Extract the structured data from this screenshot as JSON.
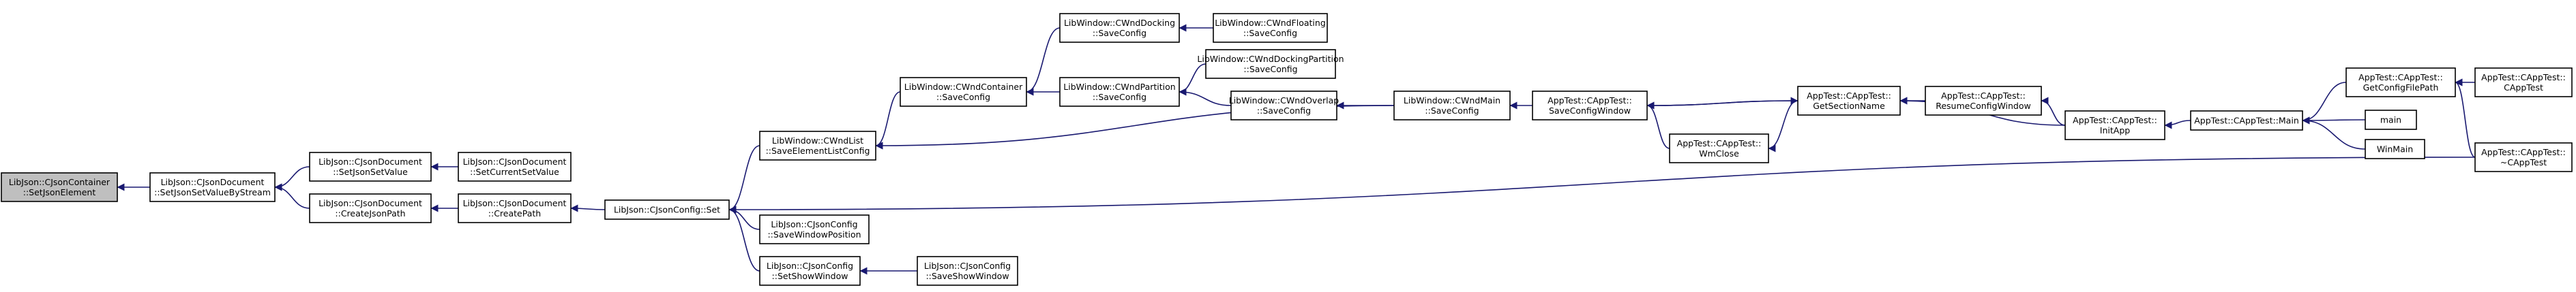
{
  "graph": {
    "root": "n1",
    "colors": {
      "edge": "#191970",
      "root_fill": "#bfbfbf",
      "node_fill": "#ffffff",
      "node_border": "#000000"
    },
    "nodes": [
      {
        "id": "n1",
        "lines": [
          "LibJson::CJsonContainer",
          "::SetJsonElement"
        ]
      },
      {
        "id": "n2",
        "lines": [
          "LibJson::CJsonDocument",
          "::SetJsonSetValueByStream"
        ]
      },
      {
        "id": "n3",
        "lines": [
          "LibJson::CJsonDocument",
          "::SetJsonSetValue"
        ]
      },
      {
        "id": "n4",
        "lines": [
          "LibJson::CJsonDocument",
          "::SetCurrentSetValue"
        ]
      },
      {
        "id": "n5",
        "lines": [
          "LibJson::CJsonDocument",
          "::CreateJsonPath"
        ]
      },
      {
        "id": "n6",
        "lines": [
          "LibJson::CJsonDocument",
          "::CreatePath"
        ]
      },
      {
        "id": "n7",
        "lines": [
          "LibJson::CJsonConfig::Set"
        ]
      },
      {
        "id": "n8",
        "lines": [
          "LibWindow::CWndList",
          "::SaveElementListConfig"
        ]
      },
      {
        "id": "n9",
        "lines": [
          "LibJson::CJsonConfig",
          "::SaveWindowPosition"
        ]
      },
      {
        "id": "n10",
        "lines": [
          "LibJson::CJsonConfig",
          "::SetShowWindow"
        ]
      },
      {
        "id": "n11",
        "lines": [
          "LibJson::CJsonConfig",
          "::SaveShowWindow"
        ]
      },
      {
        "id": "n12",
        "lines": [
          "LibWindow::CWndContainer",
          "::SaveConfig"
        ]
      },
      {
        "id": "n13",
        "lines": [
          "LibWindow::CWndDocking",
          "::SaveConfig"
        ]
      },
      {
        "id": "n14",
        "lines": [
          "LibWindow::CWndFloating",
          "::SaveConfig"
        ]
      },
      {
        "id": "n15",
        "lines": [
          "LibWindow::CWndPartition",
          "::SaveConfig"
        ]
      },
      {
        "id": "n16",
        "lines": [
          "LibWindow::CWndDockingPartition",
          "::SaveConfig"
        ]
      },
      {
        "id": "n17",
        "lines": [
          "LibWindow::CWndOverlap",
          "::SaveConfig"
        ]
      },
      {
        "id": "n18",
        "lines": [
          "LibWindow::CWndMain",
          "::SaveConfig"
        ]
      },
      {
        "id": "n19",
        "lines": [
          "AppTest::CAppTest::",
          "SaveConfigWindow"
        ]
      },
      {
        "id": "n20",
        "lines": [
          "AppTest::CAppTest::",
          "WmClose"
        ]
      },
      {
        "id": "n21",
        "lines": [
          "AppTest::CAppTest::",
          "GetSectionName"
        ]
      },
      {
        "id": "n22",
        "lines": [
          "AppTest::CAppTest::",
          "ResumeConfigWindow"
        ]
      },
      {
        "id": "n23",
        "lines": [
          "AppTest::CAppTest::",
          "InitApp"
        ]
      },
      {
        "id": "n24",
        "lines": [
          "AppTest::CAppTest::Main"
        ]
      },
      {
        "id": "n25",
        "lines": [
          "AppTest::CAppTest::",
          "GetConfigFilePath"
        ]
      },
      {
        "id": "n26",
        "lines": [
          "AppTest::CAppTest::",
          "CAppTest"
        ]
      },
      {
        "id": "n27",
        "lines": [
          "main"
        ]
      },
      {
        "id": "n28",
        "lines": [
          "WinMain"
        ]
      },
      {
        "id": "n29",
        "lines": [
          "AppTest::CAppTest::",
          "~CAppTest"
        ]
      }
    ],
    "edges": [
      [
        "n1",
        "n2"
      ],
      [
        "n2",
        "n3"
      ],
      [
        "n2",
        "n5"
      ],
      [
        "n3",
        "n4"
      ],
      [
        "n5",
        "n6"
      ],
      [
        "n6",
        "n7"
      ],
      [
        "n7",
        "n8"
      ],
      [
        "n7",
        "n9"
      ],
      [
        "n7",
        "n10"
      ],
      [
        "n7",
        "n29"
      ],
      [
        "n10",
        "n11"
      ],
      [
        "n8",
        "n12"
      ],
      [
        "n8",
        "n18"
      ],
      [
        "n12",
        "n13"
      ],
      [
        "n12",
        "n15"
      ],
      [
        "n13",
        "n14"
      ],
      [
        "n15",
        "n16"
      ],
      [
        "n15",
        "n17"
      ],
      [
        "n17",
        "n18"
      ],
      [
        "n18",
        "n19"
      ],
      [
        "n19",
        "n20"
      ],
      [
        "n19",
        "n21"
      ],
      [
        "n20",
        "n21"
      ],
      [
        "n21",
        "n19"
      ],
      [
        "n21",
        "n22"
      ],
      [
        "n21",
        "n23"
      ],
      [
        "n22",
        "n23"
      ],
      [
        "n23",
        "n24"
      ],
      [
        "n24",
        "n25"
      ],
      [
        "n24",
        "n27"
      ],
      [
        "n24",
        "n28"
      ],
      [
        "n25",
        "n26"
      ],
      [
        "n25",
        "n29"
      ]
    ]
  }
}
